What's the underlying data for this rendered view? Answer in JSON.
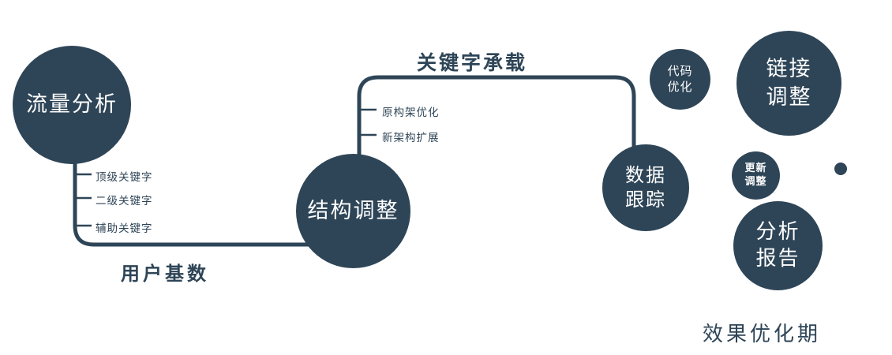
{
  "colors": {
    "primary": "#2E4557",
    "background": "#FFFFFF",
    "text_on_dark": "#FFFFFF"
  },
  "nodes": {
    "traffic_analysis": {
      "label": "流量分析"
    },
    "structure_adjustment": {
      "label": "结构调整"
    },
    "data_tracking": {
      "line1": "数据",
      "line2": "跟踪"
    },
    "code_optimization": {
      "line1": "代码",
      "line2": "优化"
    },
    "link_adjustment": {
      "line1": "链接",
      "line2": "调整"
    },
    "update_adjustment": {
      "line1": "更新",
      "line2": "调整"
    },
    "analysis_report": {
      "line1": "分析",
      "line2": "报告"
    }
  },
  "edge_labels": {
    "user_base": "用户基数",
    "keyword_carrying": "关键字承载"
  },
  "branches": {
    "traffic_keywords": [
      "顶级关键字",
      "二级关键字",
      "辅助关键字"
    ],
    "structure_items": [
      "原构架优化",
      "新架构扩展"
    ]
  },
  "footer": {
    "label": "效果优化期"
  }
}
